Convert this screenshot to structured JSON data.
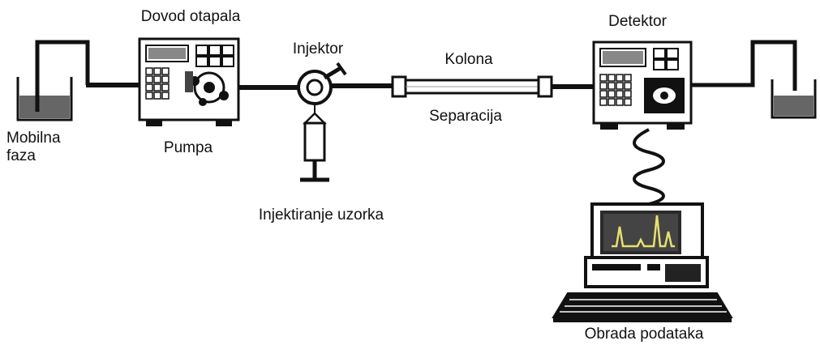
{
  "labels": {
    "dovod_otapala": "Dovod otapala",
    "injektor": "Injektor",
    "kolona": "Kolona",
    "detektor": "Detektor",
    "mobilna_faza": "Mobilna\nfaza",
    "pumpa": "Pumpa",
    "separacija": "Separacija",
    "injektiranje_uzorka": "Injektiranje uzorka",
    "obrada_podataka": "Obrada podataka"
  },
  "colors": {
    "line": "#111111",
    "screen": "#2a2a2a",
    "trace": "#e8e070"
  }
}
